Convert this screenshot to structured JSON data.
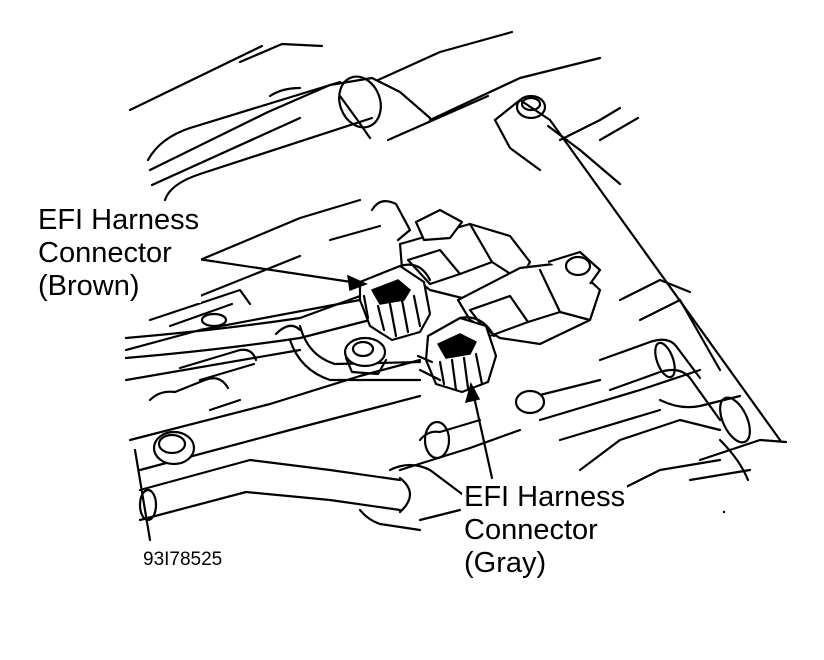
{
  "labels": {
    "brown_connector": [
      "EFI Harness",
      "Connector",
      "(Brown)"
    ],
    "gray_connector": [
      "EFI Harness",
      "Connector",
      "(Gray)"
    ]
  },
  "figure_code": "93I78525"
}
